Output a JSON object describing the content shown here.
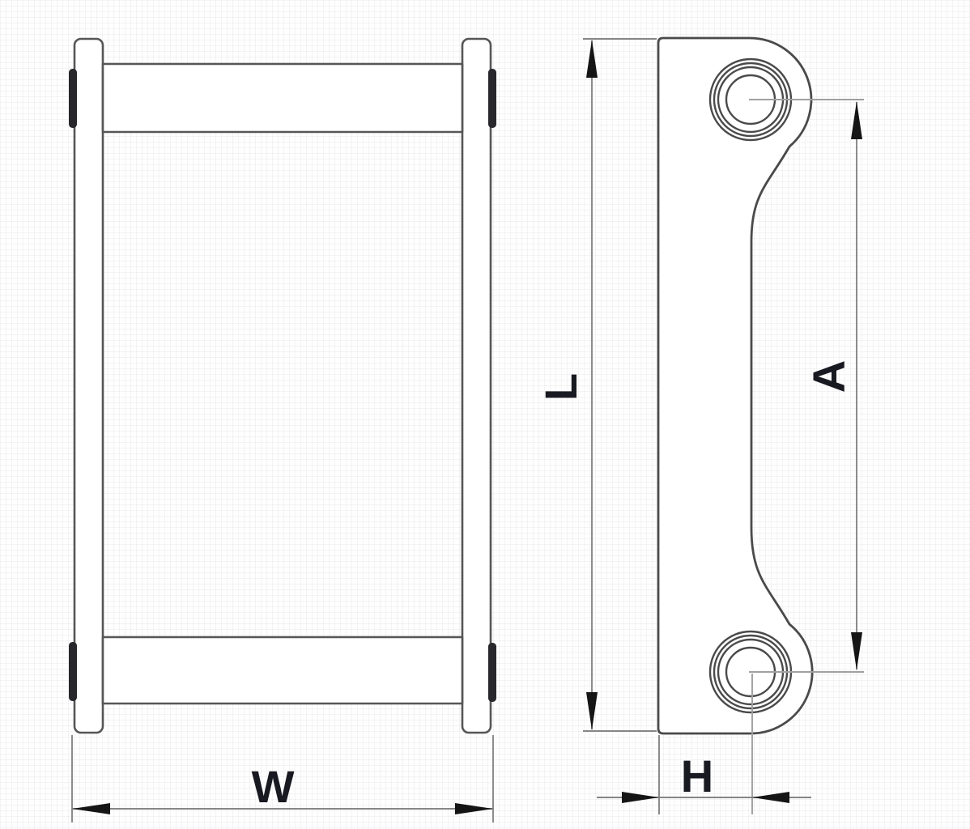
{
  "drawing": {
    "description": "Two-view technical outline drawing of a mounting bracket with pivot bores",
    "dimensions": {
      "W": {
        "label": "W"
      },
      "L": {
        "label": "L"
      },
      "A": {
        "label": "A"
      },
      "H": {
        "label": "H"
      }
    },
    "colors": {
      "background": "#fefefe",
      "part_fill": "#ffffff",
      "outline": "#4a4a4a",
      "front_outline": "#565656",
      "cap_fill": "#28282c",
      "dimension_lines": "#868686",
      "centerlines": "#a0a0a0",
      "arrowheads": "#151515",
      "label_text": "#191921"
    }
  }
}
